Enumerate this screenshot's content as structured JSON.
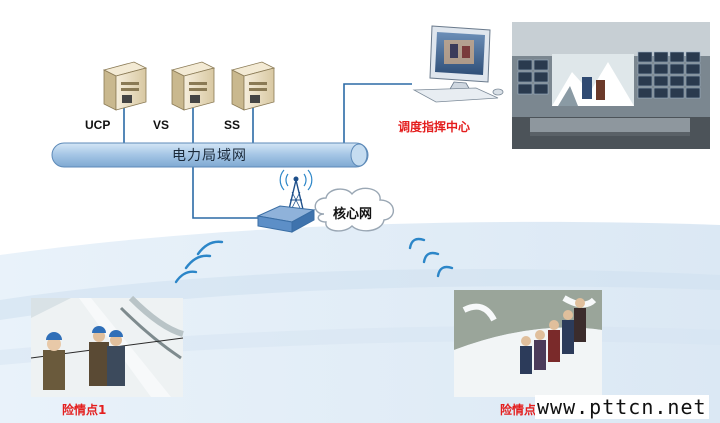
{
  "servers": [
    {
      "label": "UCP"
    },
    {
      "label": "VS"
    },
    {
      "label": "SS"
    }
  ],
  "network": {
    "lan_label": "电力局域网",
    "core_label": "核心网"
  },
  "dispatch": {
    "label": "调度指挥中心"
  },
  "sites": [
    {
      "label": "险情点1"
    },
    {
      "label": "险情点"
    }
  ],
  "watermark": "www.pttcn.net",
  "colors": {
    "lan_bar": "#a9c9e6",
    "link_line": "#2b6aa6",
    "label_red": "#e41e1e",
    "wave_blue": "#2c86c8"
  }
}
